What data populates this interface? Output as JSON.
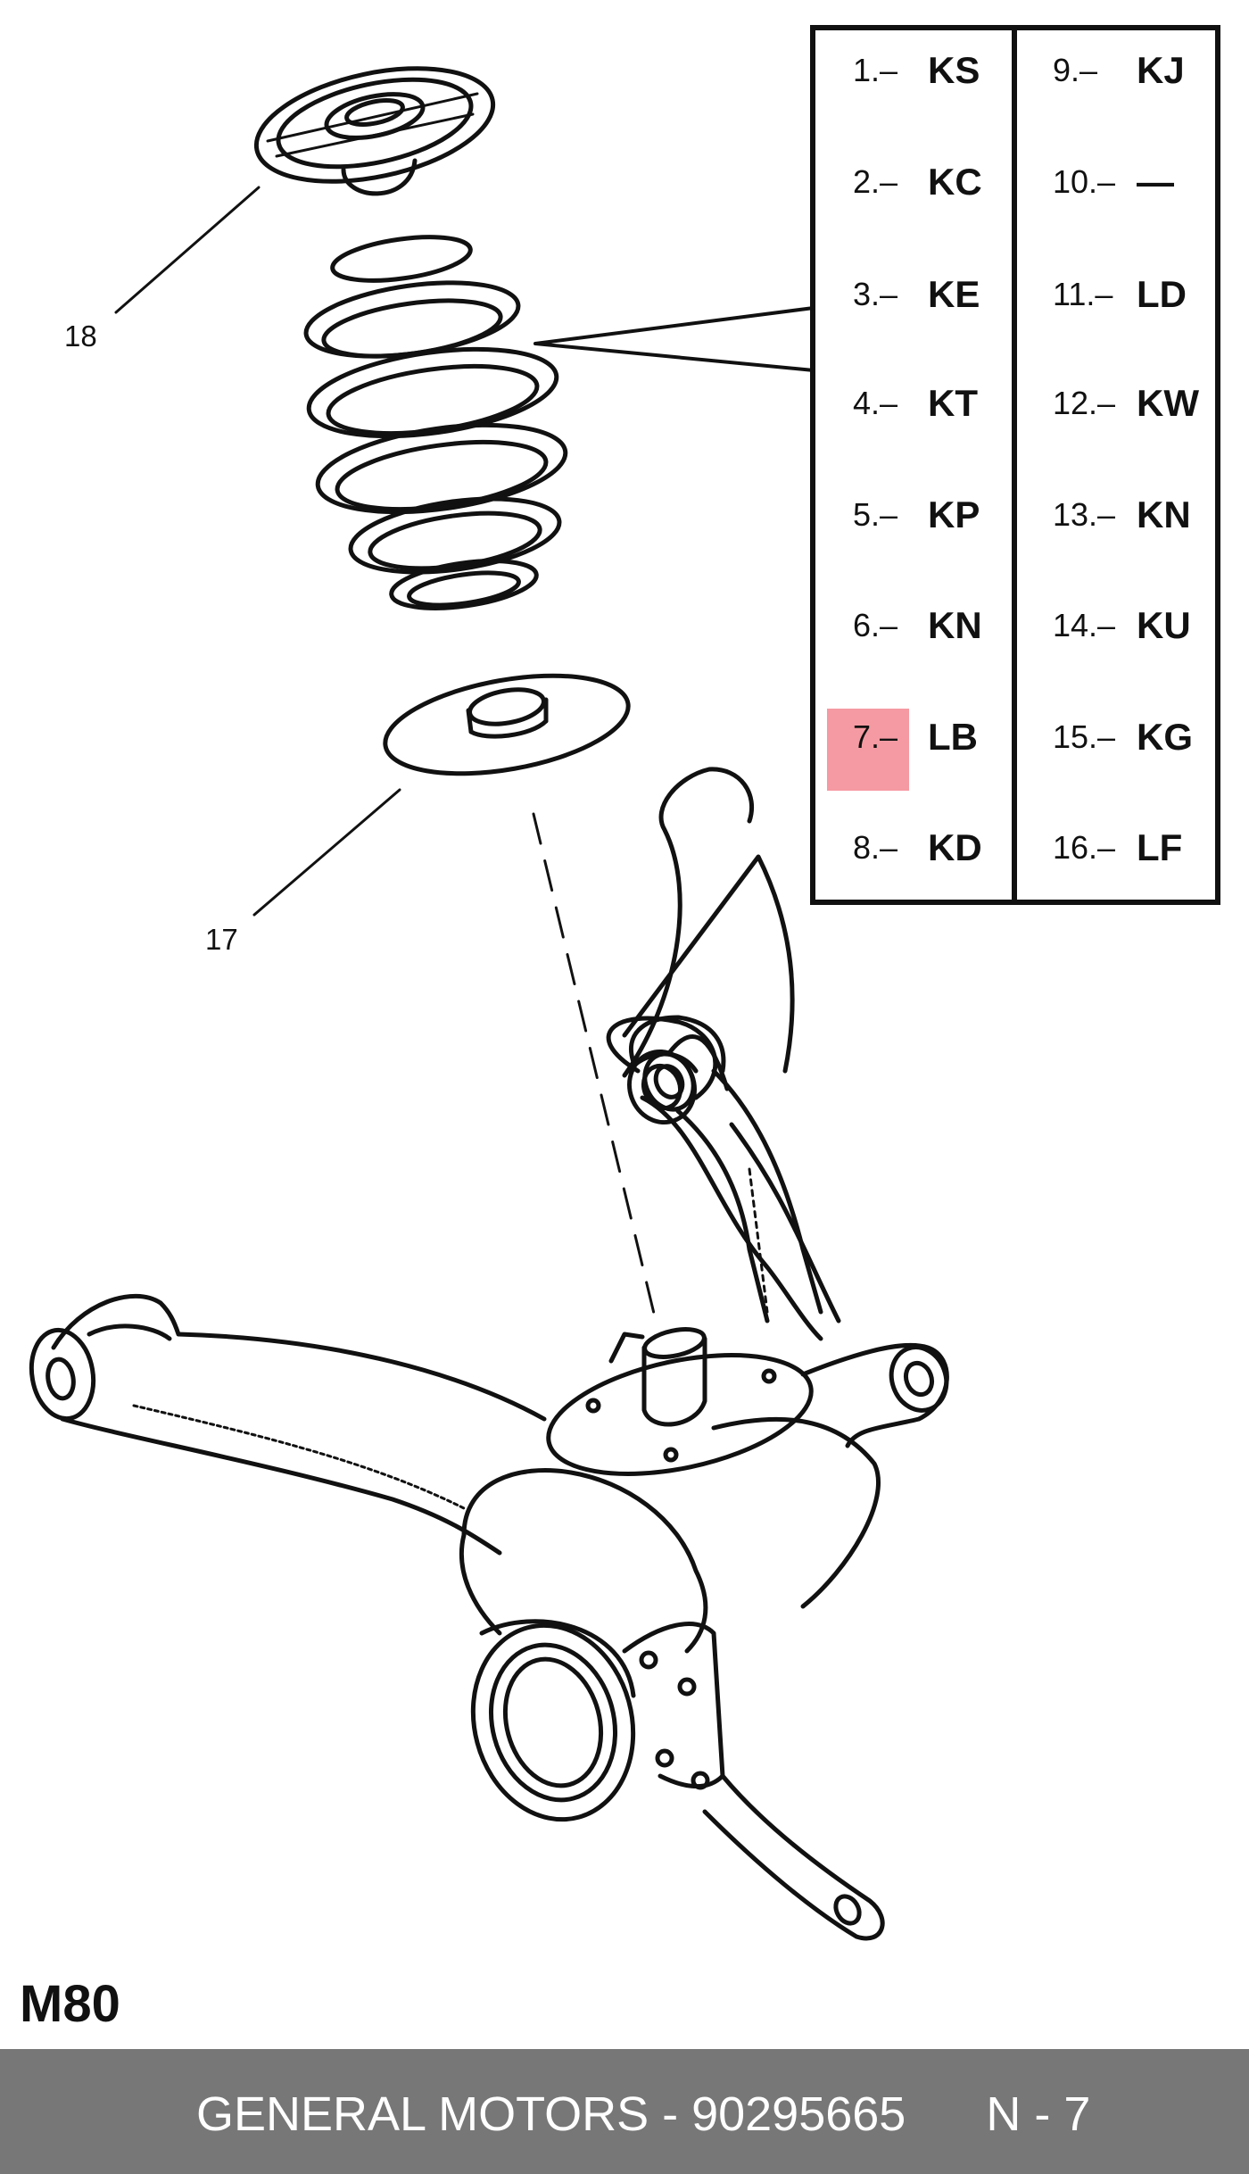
{
  "diagram": {
    "callouts": [
      {
        "id": "18",
        "label": "18"
      },
      {
        "id": "17",
        "label": "17"
      }
    ],
    "code_table": {
      "left_column": [
        {
          "num": "1.–",
          "code": "KS"
        },
        {
          "num": "2.–",
          "code": "KC"
        },
        {
          "num": "3.–",
          "code": "KE"
        },
        {
          "num": "4.–",
          "code": "KT"
        },
        {
          "num": "5.–",
          "code": "KP"
        },
        {
          "num": "6.–",
          "code": "KN"
        },
        {
          "num": "7.–",
          "code": "LB"
        },
        {
          "num": "8.–",
          "code": "KD"
        }
      ],
      "right_column": [
        {
          "num": "9.–",
          "code": "KJ"
        },
        {
          "num": "10.–",
          "code": "—"
        },
        {
          "num": "11.–",
          "code": "LD"
        },
        {
          "num": "12.–",
          "code": "KW"
        },
        {
          "num": "13.–",
          "code": "KN"
        },
        {
          "num": "14.–",
          "code": "KU"
        },
        {
          "num": "15.–",
          "code": "KG"
        },
        {
          "num": "16.–",
          "code": "LF"
        }
      ],
      "highlighted_item": "7.–",
      "highlight_color": "#f59aa2"
    },
    "model_code": "M80"
  },
  "footer": {
    "text": "GENERAL MOTORS - 90295665      N - 7",
    "background": "#777777"
  }
}
